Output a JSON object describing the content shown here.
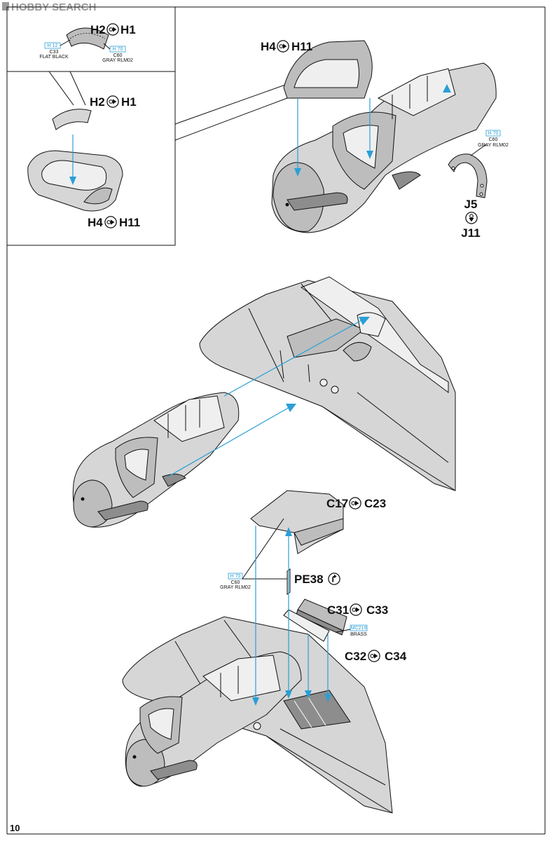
{
  "watermark": "HOBBY SEARCH",
  "page_number": "10",
  "step_a": {
    "inset": {
      "part_top": {
        "from": "H2",
        "to": "H1"
      },
      "part_mid": {
        "from": "H2",
        "to": "H1"
      },
      "part_bottom": {
        "from": "H4",
        "to": "H11"
      },
      "color_left": {
        "code": "H 12",
        "code2": "C33",
        "name": "FLAT BLACK"
      },
      "color_right": {
        "code": "H 70",
        "code2": "C60",
        "name": "GRAY RLM02"
      }
    },
    "main_part": {
      "from": "H4",
      "to": "H11"
    },
    "ring_part": {
      "from": "J5",
      "to": "J11"
    },
    "ring_color": {
      "code": "H 70",
      "code2": "C60",
      "name": "GRAY RLM02"
    }
  },
  "step_c": {
    "part_top": {
      "from": "C17",
      "to": "C23"
    },
    "pe_part": "PE38",
    "part_c31": {
      "from": "C31",
      "to": "C33"
    },
    "part_c32": {
      "from": "C32",
      "to": "C34"
    },
    "color_gray": {
      "code": "H 70",
      "code2": "C60",
      "name": "GRAY RLM02"
    },
    "color_brass": {
      "code": "MC219",
      "name": "BRASS"
    }
  }
}
